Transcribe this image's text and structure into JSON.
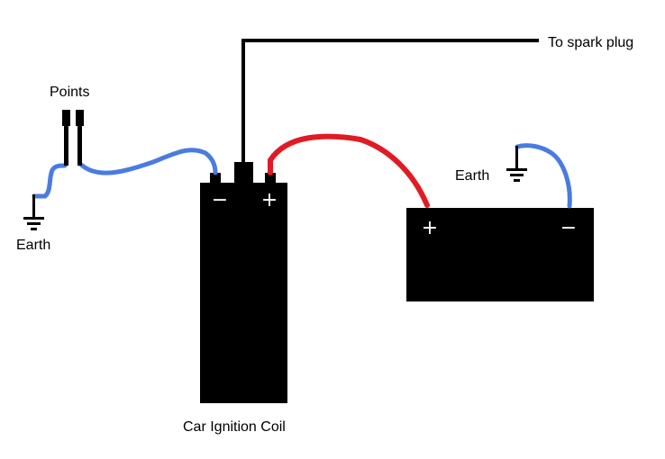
{
  "labels": {
    "points": "Points",
    "earth_left": "Earth",
    "earth_right": "Earth",
    "spark_plug": "To spark plug",
    "coil": "Car Ignition Coil"
  },
  "coil": {
    "negative_symbol": "−",
    "positive_symbol": "+"
  },
  "battery": {
    "positive_symbol": "+",
    "negative_symbol": "−"
  },
  "colors": {
    "component": "#000000",
    "hv_lead": "#000000",
    "positive_wire": "#e01b24",
    "negative_wire": "#4a7be0",
    "background": "#ffffff"
  }
}
